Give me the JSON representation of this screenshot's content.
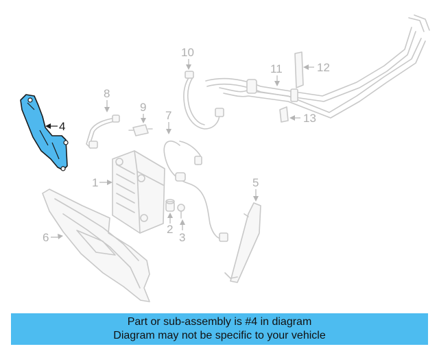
{
  "callouts": {
    "c1": "1",
    "c2": "2",
    "c3": "3",
    "c4": "4",
    "c5": "5",
    "c6": "6",
    "c7": "7",
    "c8": "8",
    "c9": "9",
    "c10": "10",
    "c11": "11",
    "c12": "12",
    "c13": "13"
  },
  "highlighted_part": "4",
  "colors": {
    "highlight": "#4fb8ee",
    "banner": "#4dbcf0",
    "dimmed": "#c8c8c8"
  },
  "banner": {
    "line1": "Part or sub-assembly is #4 in diagram",
    "line2": "Diagram may not be specific to your vehicle"
  }
}
